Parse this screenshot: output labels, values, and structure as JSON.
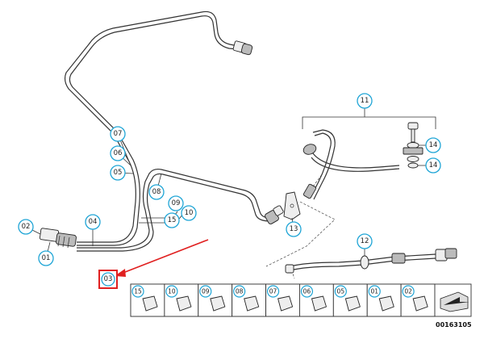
{
  "diagram": {
    "callouts": {
      "c01": "01",
      "c02": "02",
      "c03": "03",
      "c04": "04",
      "c05": "05",
      "c06": "06",
      "c07": "07",
      "c08": "08",
      "c09": "09",
      "c10": "10",
      "c11": "11",
      "c12": "12",
      "c13": "13",
      "c14a": "14",
      "c14b": "14",
      "c15": "15"
    },
    "legend": [
      "15",
      "10",
      "09",
      "08",
      "07",
      "06",
      "05",
      "01",
      "02"
    ],
    "highlight_color": "#e02020",
    "callout_color": "#1fa5d6",
    "doc_number": "00163105"
  }
}
